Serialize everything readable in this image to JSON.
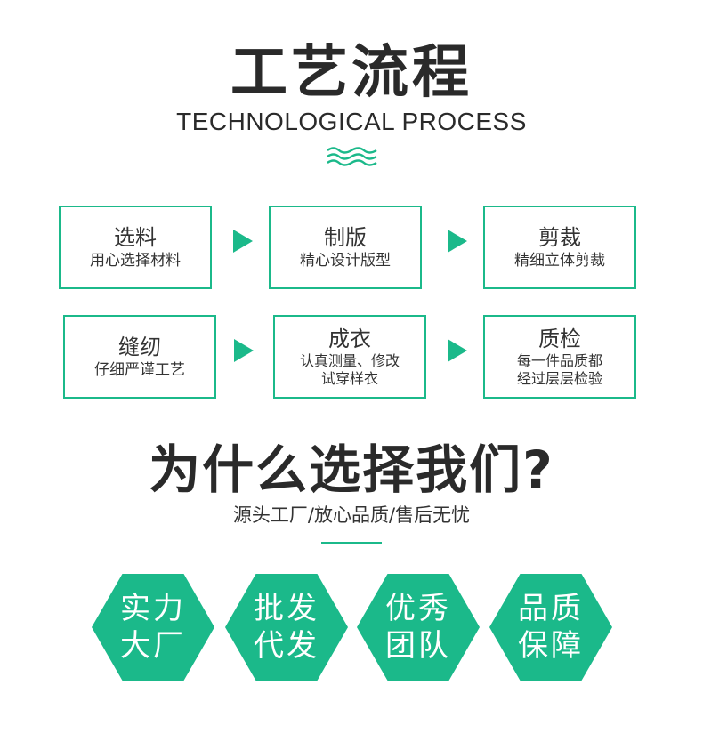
{
  "header": {
    "title": "工艺流程",
    "subtitle": "TECHNOLOGICAL PROCESS"
  },
  "accent_color": "#1bb98a",
  "steps": [
    {
      "title": "选料",
      "desc": [
        "用心选择材料"
      ]
    },
    {
      "title": "制版",
      "desc": [
        "精心设计版型"
      ]
    },
    {
      "title": "剪裁",
      "desc": [
        "精细立体剪裁"
      ]
    },
    {
      "title": "缝纫",
      "desc": [
        "仔细严谨工艺"
      ]
    },
    {
      "title": "成衣",
      "desc": [
        "认真测量、修改",
        "试穿样衣"
      ]
    },
    {
      "title": "质检",
      "desc": [
        "每一件品质都",
        "经过层层检验"
      ]
    }
  ],
  "why": {
    "title": "为什么选择我们?",
    "subtitle": "源头工厂/放心品质/售后无忧"
  },
  "features": [
    {
      "line1": "实力",
      "line2": "大厂"
    },
    {
      "line1": "批发",
      "line2": "代发"
    },
    {
      "line1": "优秀",
      "line2": "团队"
    },
    {
      "line1": "品质",
      "line2": "保障"
    }
  ]
}
